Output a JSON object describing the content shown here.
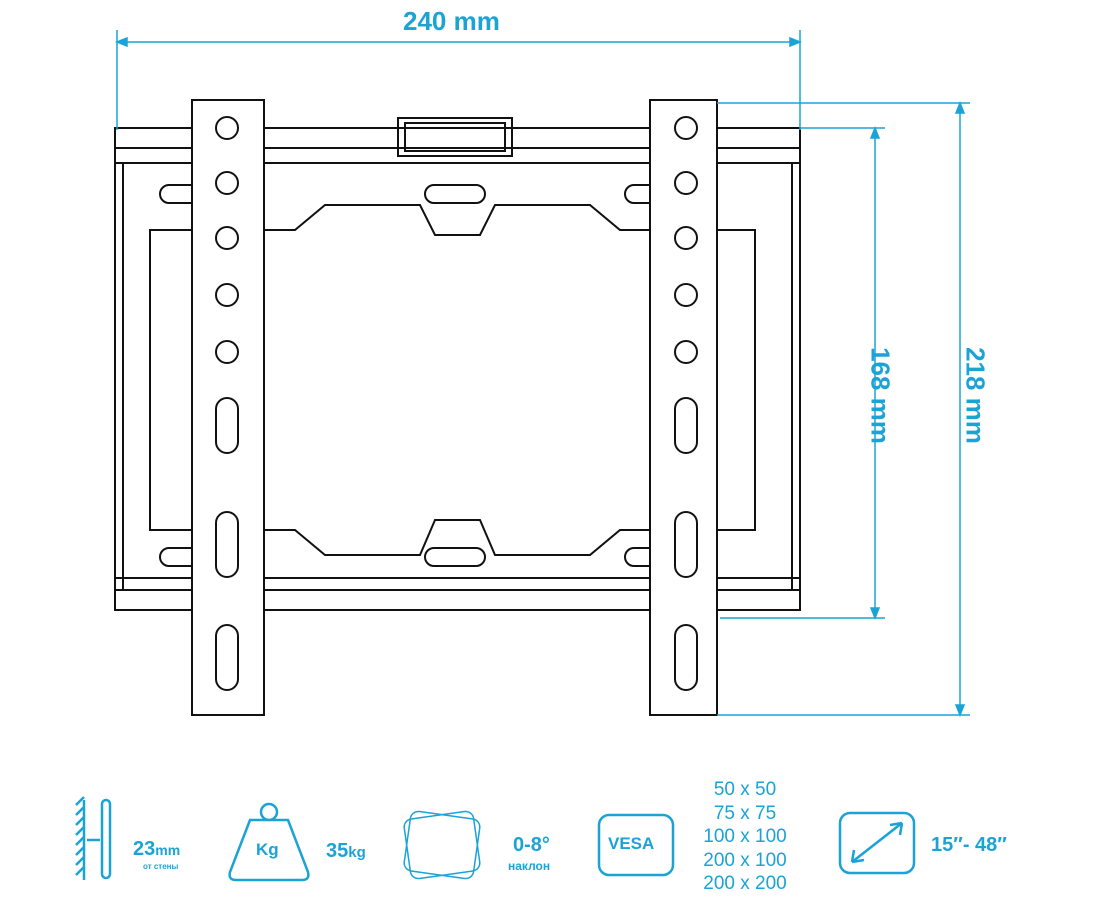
{
  "dimensions": {
    "width": "240 mm",
    "inner_height": "168 mm",
    "outer_height": "218 mm"
  },
  "specs": {
    "wall_distance": {
      "value": "23",
      "unit": "mm",
      "note": "от стены"
    },
    "weight": {
      "icon_label": "Kg",
      "value": "35",
      "unit": "kg"
    },
    "tilt": {
      "value": "0-8°",
      "note": "наклон"
    },
    "vesa": {
      "icon_label": "VESA",
      "sizes": [
        "50 x 50",
        "75 x 75",
        "100 x 100",
        "200 x 100",
        "200 x 200"
      ]
    },
    "screen_size": {
      "value": "15″- 48″"
    }
  },
  "colors": {
    "accent": "#1ba3d6",
    "line": "#111111"
  }
}
